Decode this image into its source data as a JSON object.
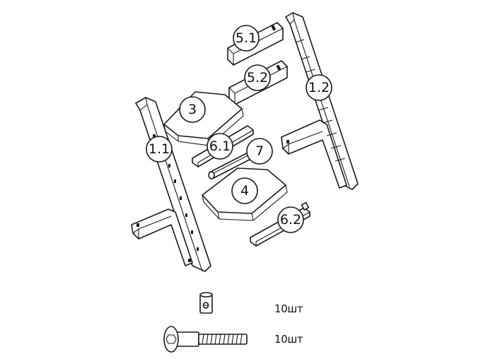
{
  "callouts": {
    "leg_left": "1.1",
    "leg_right": "1.2",
    "seat_plate": "3",
    "foot_plate": "4",
    "rail_5_1": "5.1",
    "rail_5_2": "5.2",
    "rod_6_1": "6.1",
    "rod_6_2": "6.2",
    "rod_7": "7"
  },
  "hardware": {
    "barrel_nut_qty": "10шт",
    "bolt_qty": "10шт"
  },
  "icons": {
    "barrel_nut": "barrel-nut-icon",
    "bolt": "hex-socket-bolt-icon"
  },
  "colors": {
    "line": "#1a1a1a",
    "fill": "#ffffff"
  }
}
